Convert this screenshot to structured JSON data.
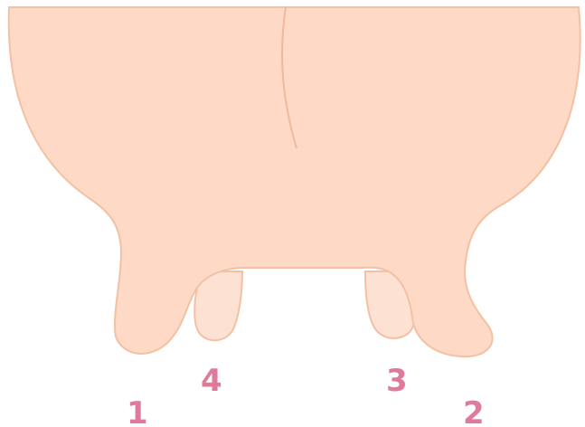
{
  "diagram": {
    "teat_labels": [
      "1",
      "4",
      "3",
      "2"
    ],
    "colors": {
      "udder": "#fdd9c6",
      "outline": "#f4c0a4",
      "label": "#e07a9a"
    }
  }
}
